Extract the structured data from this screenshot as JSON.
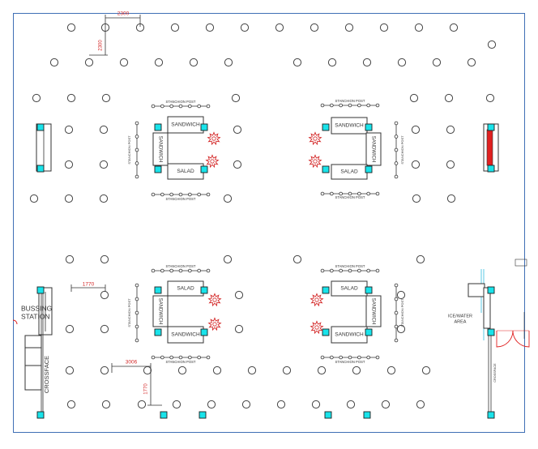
{
  "colors": {
    "frame": "#3f6fb5",
    "line": "#333333",
    "column": "#444444",
    "cyan": "#19e3ea",
    "red_dim": "#d42a2a",
    "ice_outline": "#5bc8e6",
    "door": "#e02020",
    "pin": "#333333"
  },
  "dimensions": {
    "top_width": "2300",
    "top_height": "2300",
    "left_width": "1770",
    "bottom_width": "3006",
    "bottom_height": "1770"
  },
  "labels": {
    "stanchion_post": "STANCHION POST",
    "sandwich": "SANDWICH",
    "salad": "SALAD",
    "bussing_line1": "BUSSING",
    "bussing_line2": "STATION",
    "crossface": "CROSSFACE",
    "ice_water_line1": "ICE/WATER",
    "ice_water_line2": "AREA",
    "right_wall_tag": "CROSSFACE"
  },
  "icons": {
    "column": "circle-outline",
    "outlet": "cyan-square",
    "hazard": "red-starburst-icon"
  }
}
